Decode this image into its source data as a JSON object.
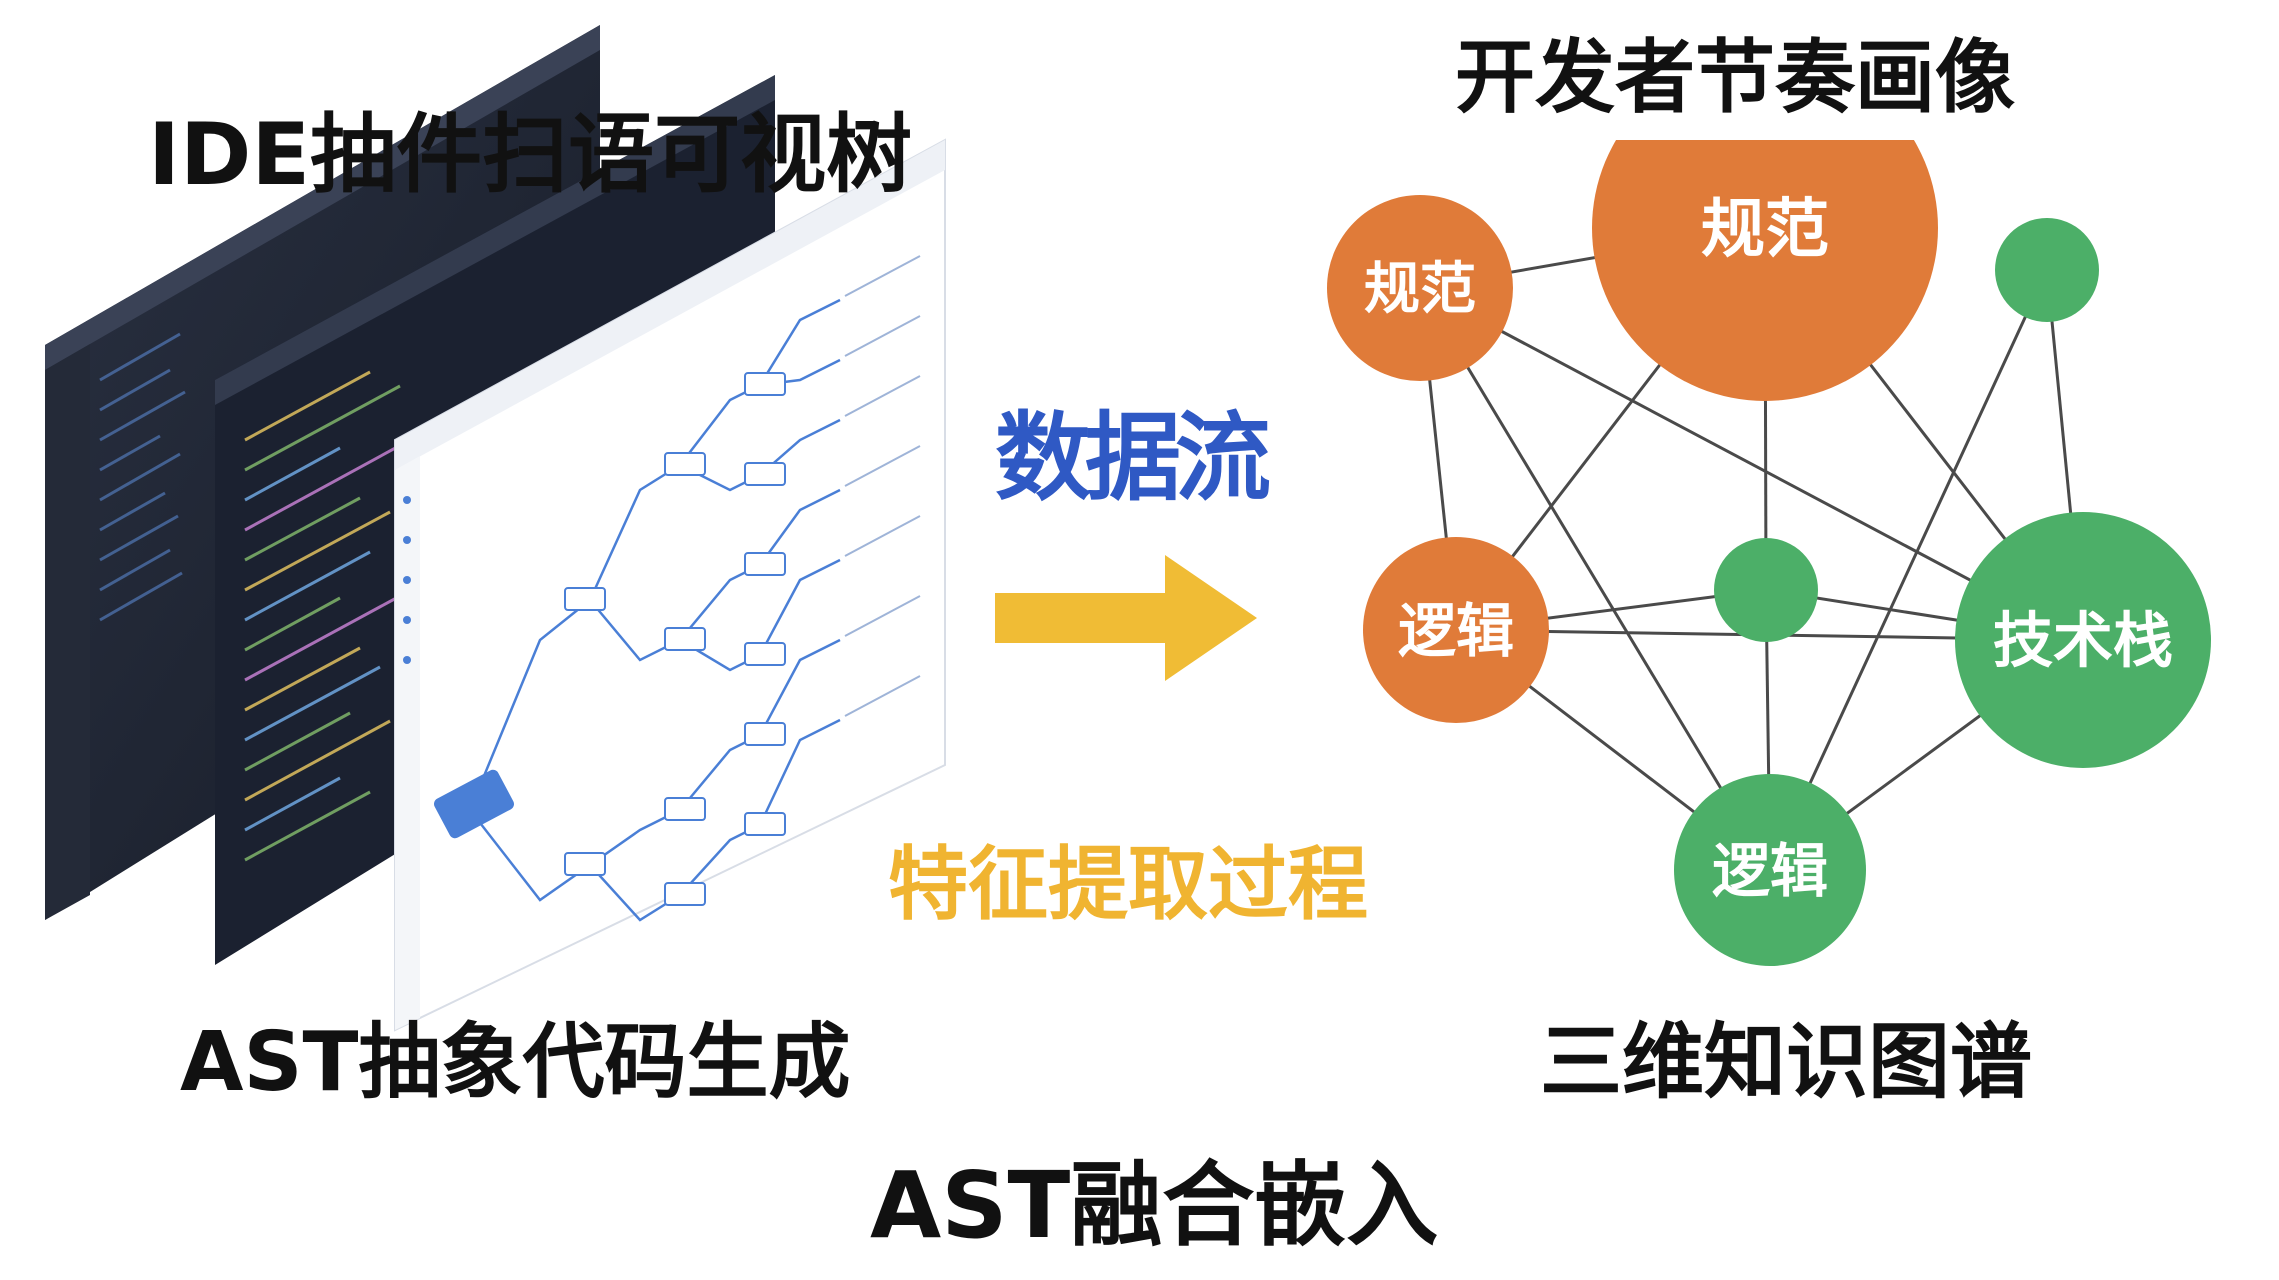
{
  "titles": {
    "ide_tree": "IDE抽件扫语可视树",
    "ast_generate": "AST抽象代码生成",
    "dev_profile": "开发者节奏画像",
    "knowledge_graph": "三维知识图谱",
    "ast_fusion": "AST融合嵌入",
    "data_flow": "数据流",
    "feature_process": "特征提取过程"
  },
  "colors": {
    "orange": "#e07b39",
    "green": "#4caf68",
    "arrow": "#f0bc35",
    "flow_text": "#2f59c4",
    "feature_text": "#f0b431",
    "dark_panel": "#1e2433",
    "tree_blue": "#4a7fd6"
  },
  "graph": {
    "nodes": [
      {
        "id": "n1",
        "label": "规范",
        "color": "orange"
      },
      {
        "id": "n2",
        "label": "规范",
        "color": "orange"
      },
      {
        "id": "n3",
        "label": "",
        "color": "green"
      },
      {
        "id": "n4",
        "label": "逻辑",
        "color": "orange"
      },
      {
        "id": "n5",
        "label": "",
        "color": "green"
      },
      {
        "id": "n6",
        "label": "技术栈",
        "color": "green"
      },
      {
        "id": "n7",
        "label": "逻辑",
        "color": "green"
      }
    ],
    "edges": [
      [
        "n1",
        "n2"
      ],
      [
        "n1",
        "n4"
      ],
      [
        "n1",
        "n7"
      ],
      [
        "n1",
        "n6"
      ],
      [
        "n2",
        "n5"
      ],
      [
        "n2",
        "n6"
      ],
      [
        "n2",
        "n4"
      ],
      [
        "n3",
        "n7"
      ],
      [
        "n3",
        "n6"
      ],
      [
        "n4",
        "n5"
      ],
      [
        "n4",
        "n7"
      ],
      [
        "n4",
        "n6"
      ],
      [
        "n5",
        "n6"
      ],
      [
        "n5",
        "n7"
      ],
      [
        "n6",
        "n7"
      ]
    ]
  }
}
